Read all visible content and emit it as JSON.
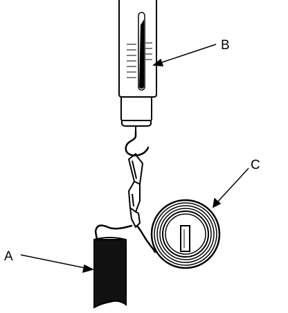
{
  "labels": {
    "a": "A",
    "b": "B",
    "c": "C"
  },
  "colors": {
    "ink": "#000000",
    "paper": "#ffffff",
    "solid_fill": "#111111"
  }
}
